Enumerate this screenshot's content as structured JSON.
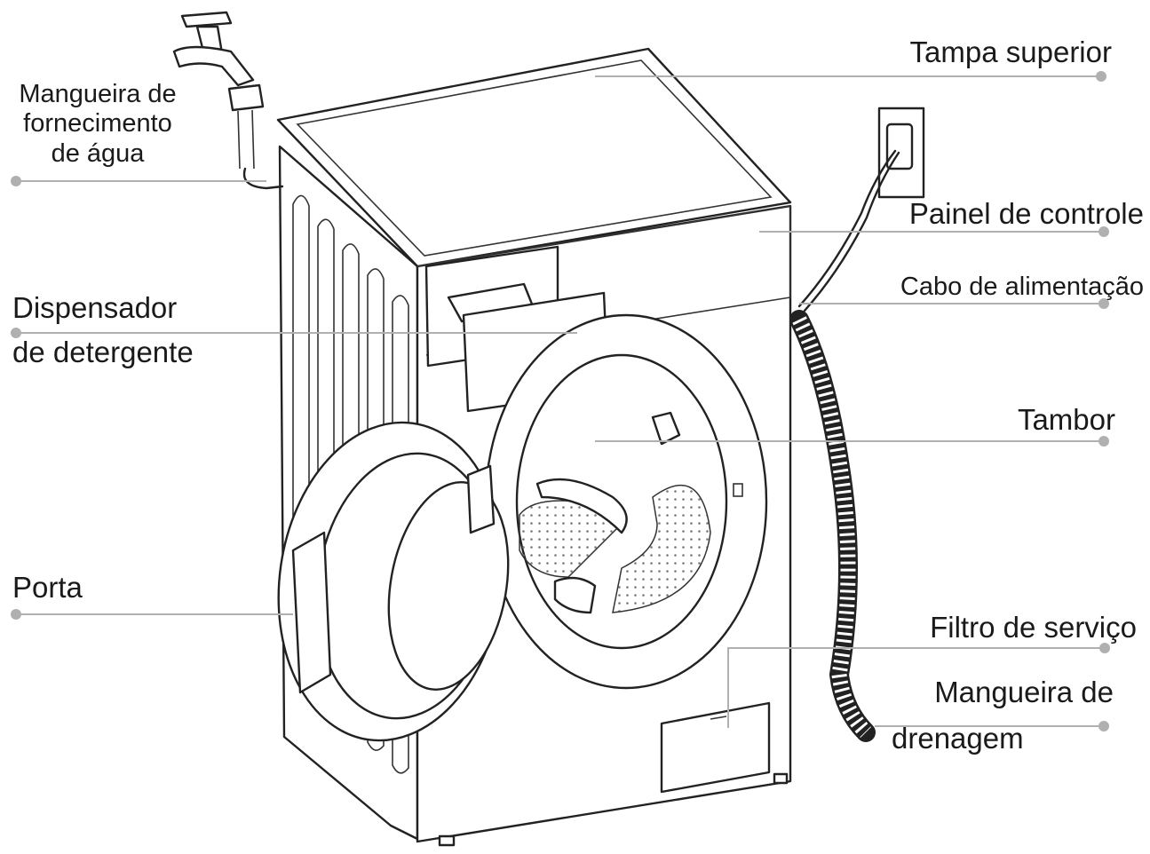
{
  "labels": {
    "water_hose_line1": "Mangueira de",
    "water_hose_line2": "fornecimento",
    "water_hose_line3": "de água",
    "top_cover": "Tampa superior",
    "control_panel": "Painel de controle",
    "power_cable": "Cabo de alimentação",
    "dispenser_line1": "Dispensador",
    "dispenser_line2": "de detergente",
    "drum": "Tambor",
    "door": "Porta",
    "service_filter": "Filtro de serviço",
    "drain_hose_line1": "Mangueira de",
    "drain_hose_line2": "drenagem"
  },
  "colors": {
    "leader": "#b0b0b0",
    "ink": "#222222",
    "text": "#1a1a1a"
  }
}
